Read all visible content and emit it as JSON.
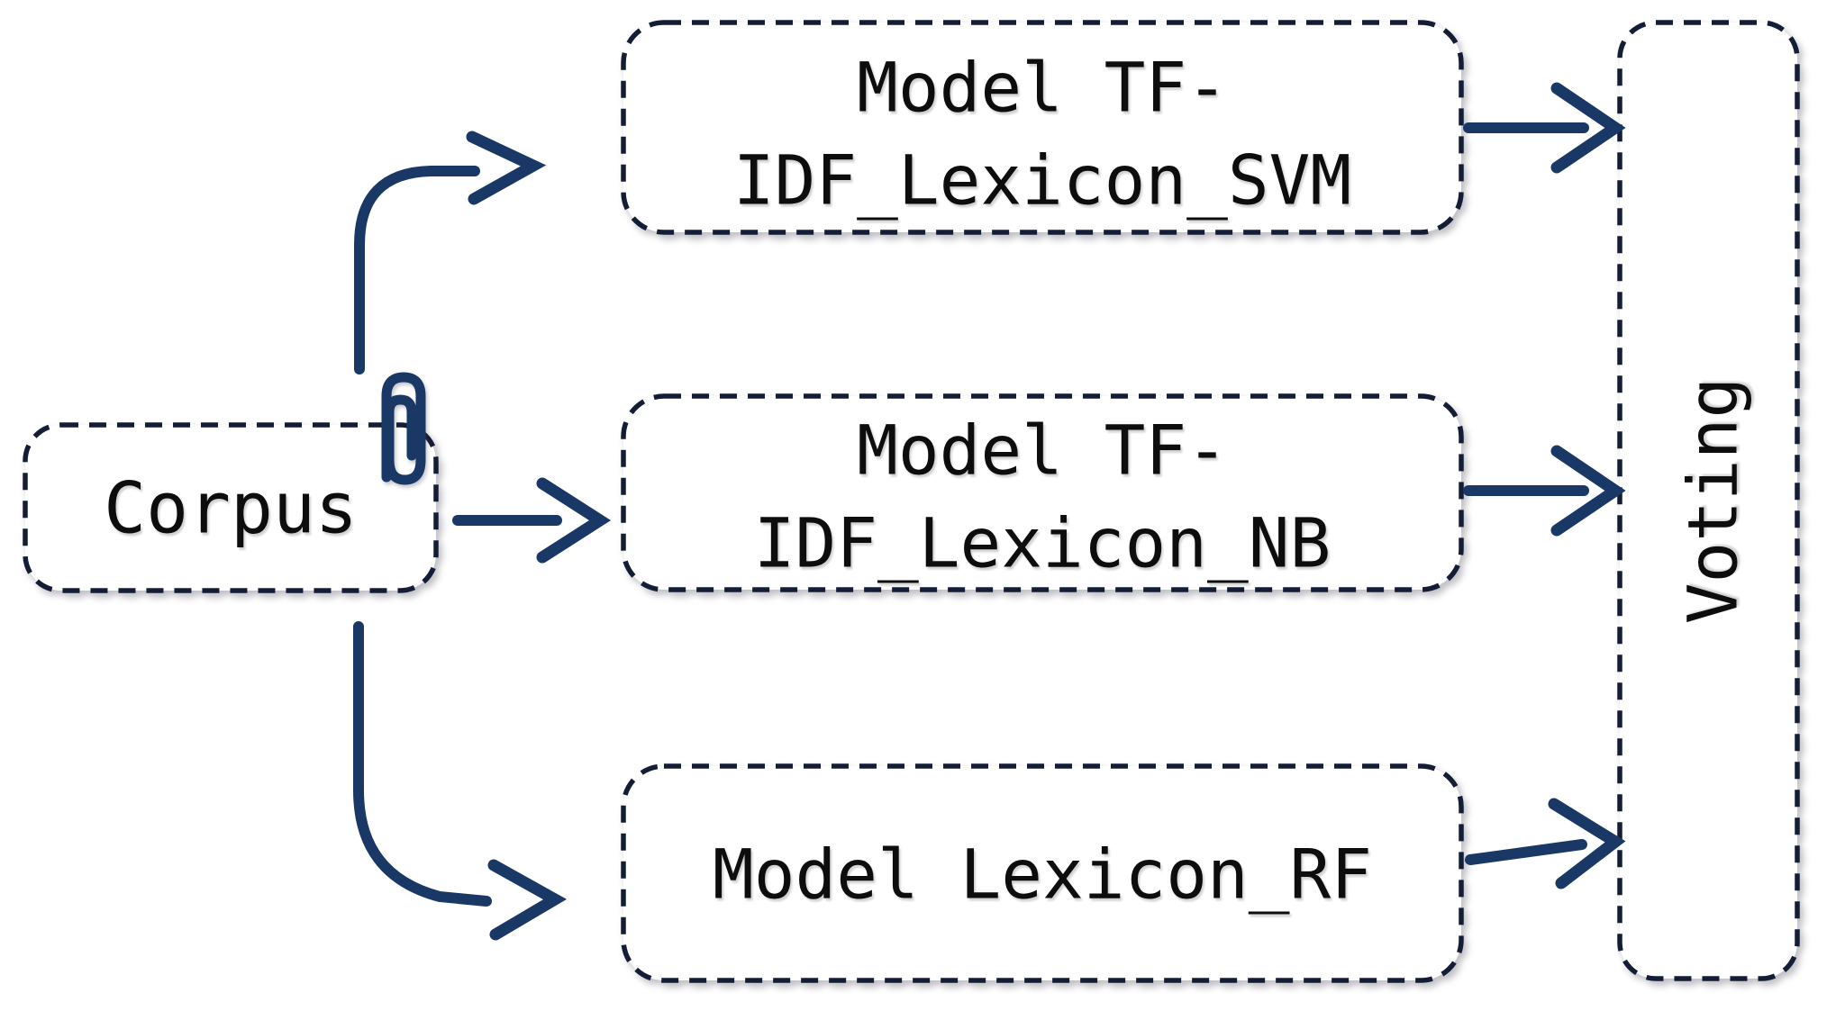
{
  "nodes": {
    "corpus": {
      "label": "Corpus"
    },
    "model_svm": {
      "line1": "Model TF-",
      "line2": "IDF_Lexicon_SVM"
    },
    "model_nb": {
      "line1": "Model TF-",
      "line2": "IDF_Lexicon_NB"
    },
    "model_rf": {
      "line1": "Model Lexicon_RF"
    },
    "voting": {
      "label": "Voting"
    }
  },
  "icons": {
    "paperclip": "paperclip-icon"
  },
  "colors": {
    "arrow": "#1a3866",
    "box_border": "#141d36",
    "box_fill": "#ffffff",
    "text": "#0d0d0d",
    "background": "#ffffff"
  }
}
